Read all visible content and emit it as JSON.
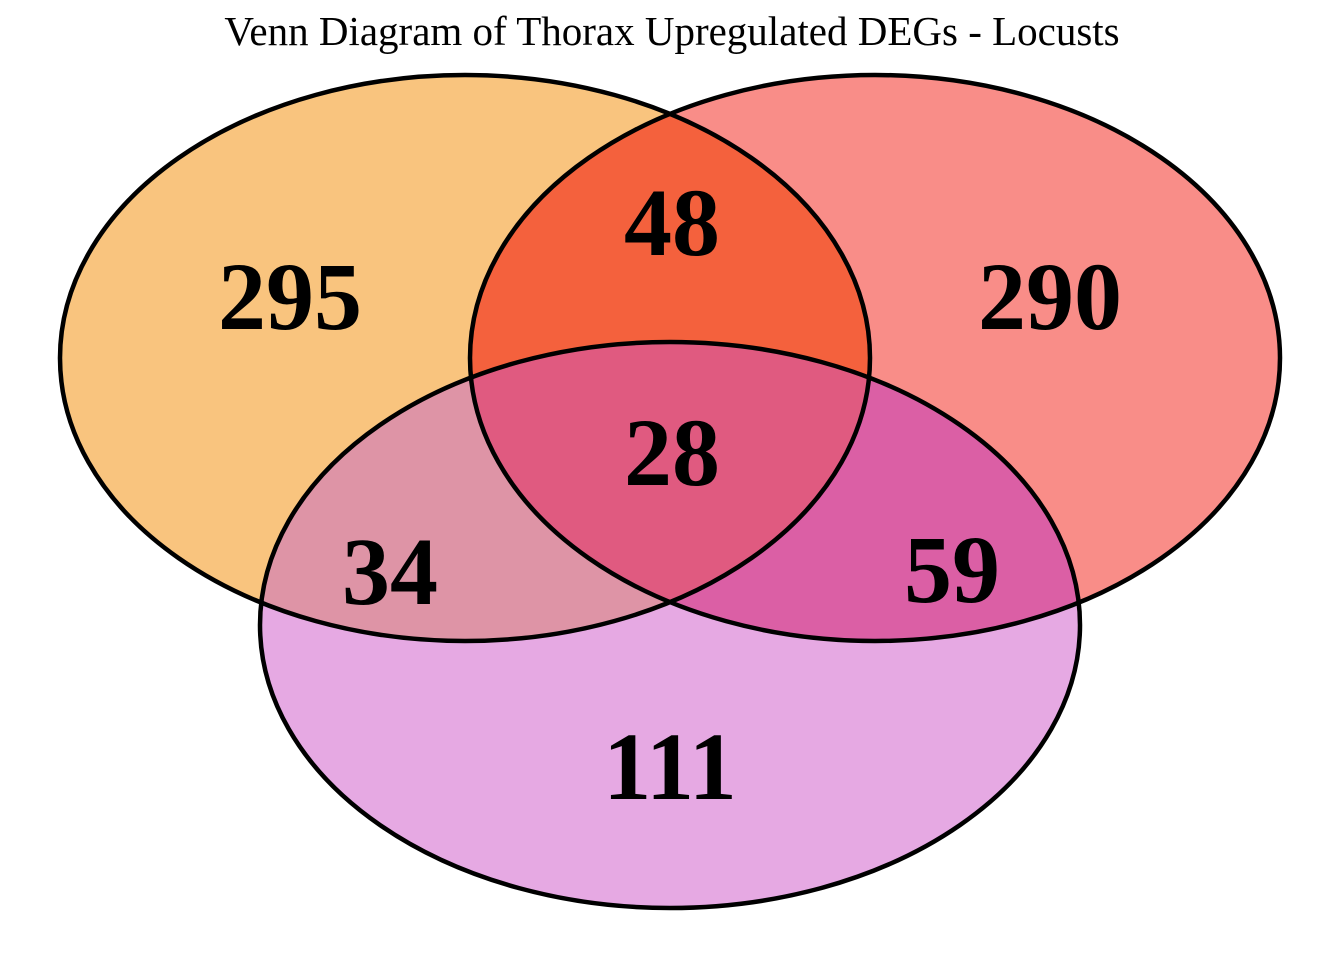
{
  "title": "Venn Diagram of Thorax Upregulated DEGs - Locusts",
  "chart_data": {
    "type": "venn",
    "title": "Venn Diagram of Thorax Upregulated DEGs - Locusts",
    "legend": "none",
    "background": "#ffffff",
    "outline_color": "#000000",
    "text_color": "#000000",
    "sets": [
      {
        "position": "top-left",
        "unique_count": 295,
        "color": "#F9C47E"
      },
      {
        "position": "top-right",
        "unique_count": 290,
        "color": "#F98D88"
      },
      {
        "position": "bottom",
        "unique_count": 111,
        "color": "#E6A9E3"
      }
    ],
    "overlaps": [
      {
        "between": [
          "top-left",
          "top-right"
        ],
        "count": 48,
        "color": "#F4613D"
      },
      {
        "between": [
          "top-left",
          "bottom"
        ],
        "count": 34,
        "color": "#DE94A6"
      },
      {
        "between": [
          "top-right",
          "bottom"
        ],
        "count": 59,
        "color": "#DB5FA5"
      },
      {
        "between": [
          "top-left",
          "top-right",
          "bottom"
        ],
        "count": 28,
        "color": "#E05A80"
      }
    ],
    "regions": {
      "left": "295",
      "right": "290",
      "bottom": "111",
      "left_right": "48",
      "left_bottom": "34",
      "right_bottom": "59",
      "center": "28"
    }
  }
}
